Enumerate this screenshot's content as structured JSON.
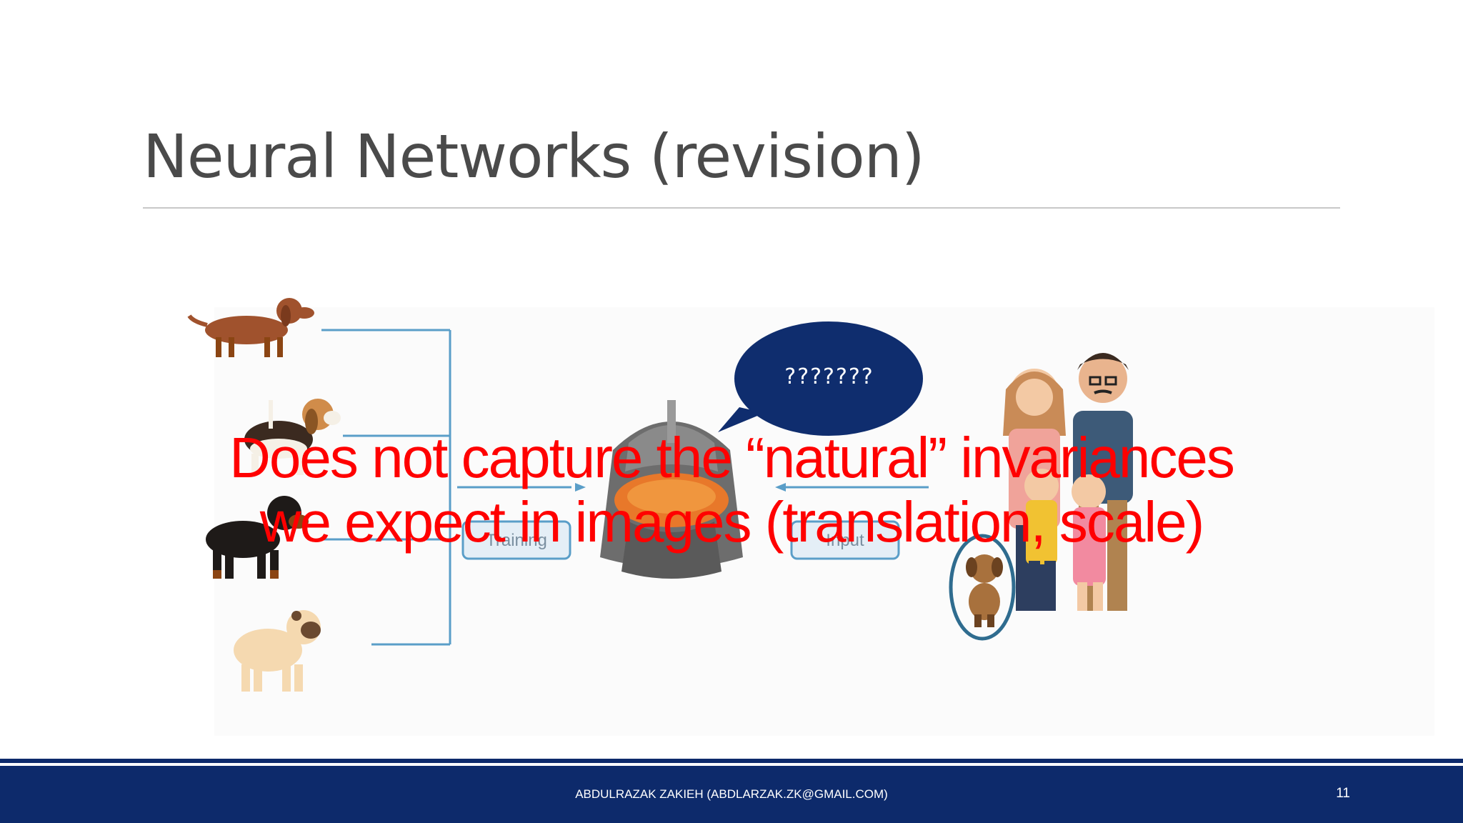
{
  "slide": {
    "title": "Neural Networks (revision)",
    "speech_bubble": "???????",
    "overlay_lines": [
      "Does not capture the “natural” invariances",
      "we expect in images (translation, scale)"
    ],
    "figure": {
      "training_label": "Training",
      "input_label": "Input"
    },
    "footer": {
      "author": "ABDULRAZAK ZAKIEH (ABDLARZAK.ZK@GMAIL.COM)",
      "page_number": "11"
    }
  },
  "colors": {
    "title": "#4a4a4a",
    "overlay": "#ff0000",
    "footer_bg": "#0d2a6b",
    "speech_bubble": "#0f2d6e",
    "connector": "#5a9ec8"
  }
}
